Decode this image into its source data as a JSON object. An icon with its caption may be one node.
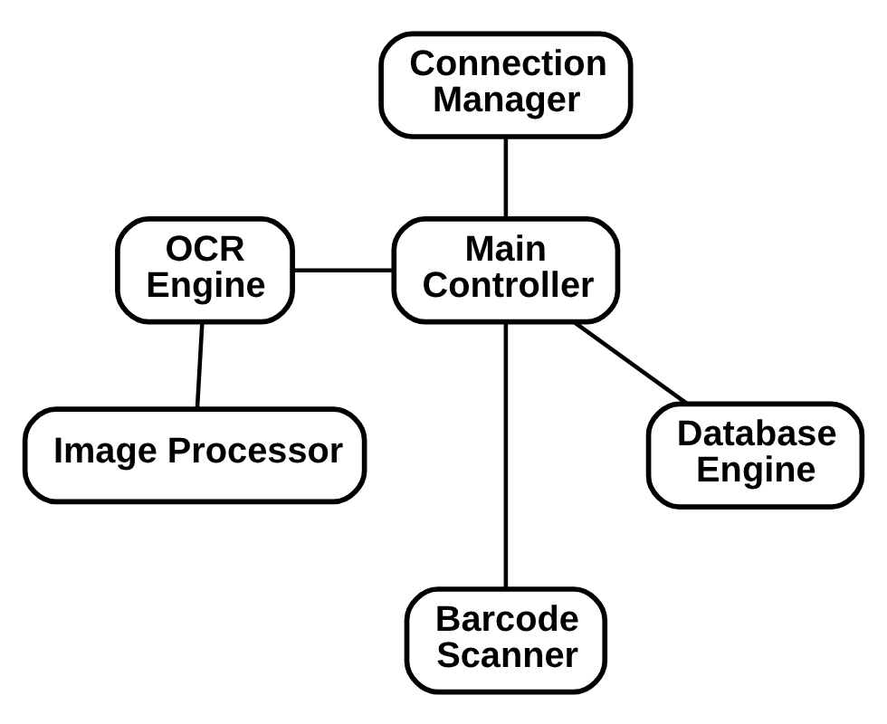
{
  "diagram": {
    "nodes": [
      {
        "text": [
          "Connection Manager"
        ]
      },
      {
        "text": [
          "OCR Engine"
        ]
      },
      {
        "text": [
          "Main Controller"
        ]
      },
      {
        "text": [
          "Image Processor"
        ]
      },
      {
        "text": [
          "Database Engine"
        ]
      },
      {
        "text": [
          "Barcode Scanner"
        ]
      }
    ],
    "edges": [
      {
        "from": 2,
        "to": 0,
        "arrow": "none"
      },
      {
        "from": 1,
        "to": 2,
        "arrow": "none"
      },
      {
        "from": 1,
        "to": 3,
        "arrow": "none"
      },
      {
        "from": 2,
        "to": 4,
        "arrow": "none"
      },
      {
        "from": 2,
        "to": 5,
        "arrow": "none"
      }
    ]
  }
}
